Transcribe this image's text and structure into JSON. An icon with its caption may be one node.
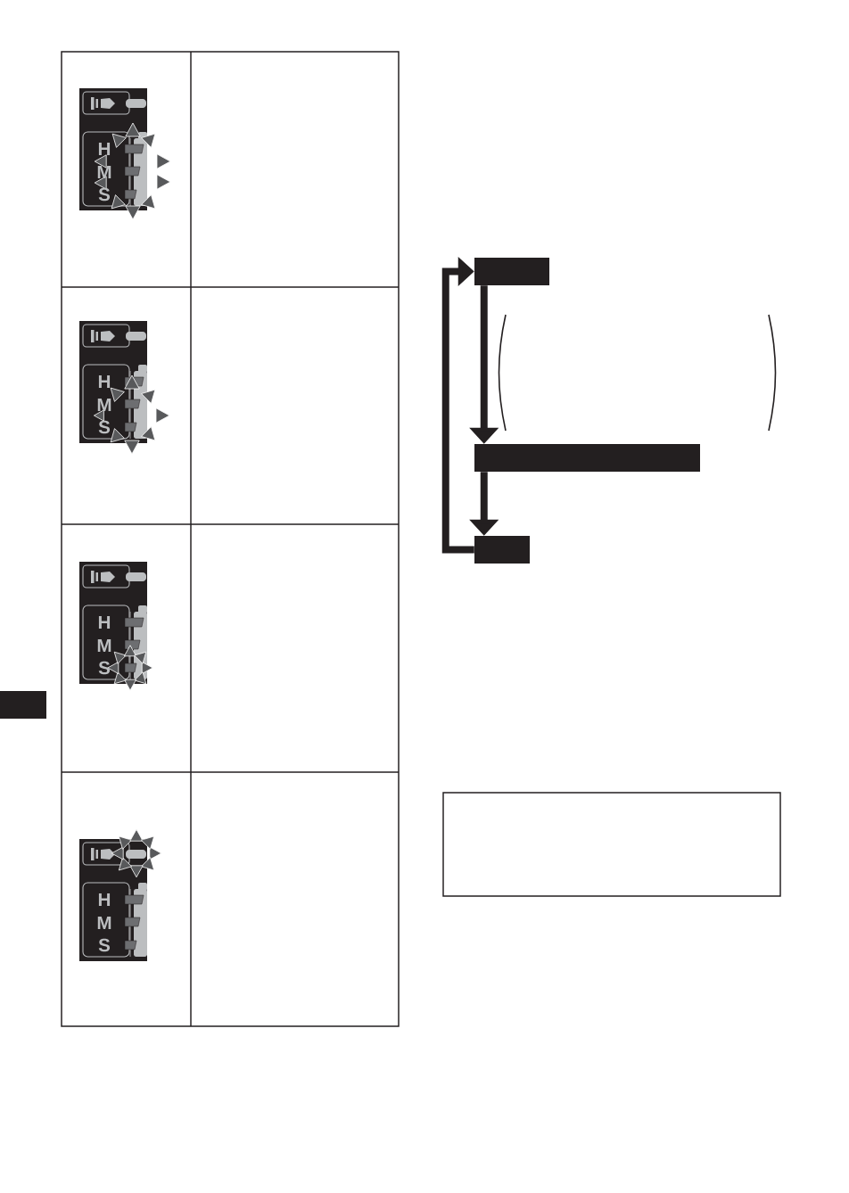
{
  "diagram": {
    "nodes": [
      {
        "text": [],
        "shape": "box"
      },
      {
        "text": [],
        "shape": "box"
      },
      {
        "text": [],
        "shape": "box"
      }
    ],
    "edges": [
      {
        "from": 0,
        "to": 1,
        "arrow": "to"
      },
      {
        "from": 1,
        "to": 2,
        "arrow": "to"
      },
      {
        "from": 2,
        "to": 0,
        "arrow": "to"
      }
    ],
    "labels": [
      "H",
      "M",
      "S",
      "H",
      "M",
      "S",
      "H",
      "M",
      "S",
      "H",
      "M",
      "S"
    ]
  }
}
